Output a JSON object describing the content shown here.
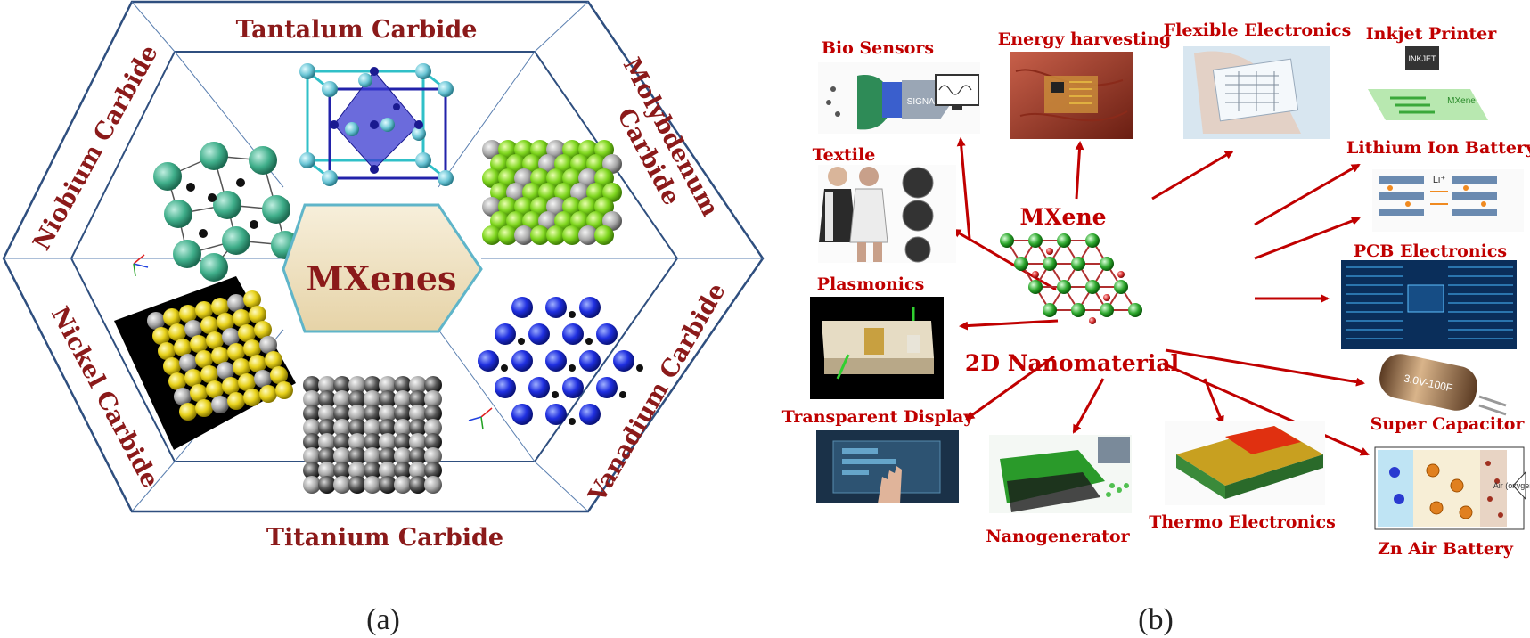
{
  "panel_a": {
    "caption": "(a)",
    "center_label": "MXenes",
    "sections": {
      "top": "Tantalum Carbide",
      "upper_right_line1": "Molybdenum",
      "upper_right_line2": "Carbide",
      "lower_right": "Vanadium Carbide",
      "bottom": "Titanium Carbide",
      "lower_left": "Nickel Carbide",
      "upper_left": "Niobium Carbide"
    },
    "colors": {
      "label": "#8b1a1a",
      "outline": "#2f4f7f",
      "center_fill": "#efe3c6",
      "center_border": "#5fb5c9"
    }
  },
  "panel_b": {
    "caption": "(b)",
    "center_title": "MXene",
    "center_subtitle": "2D Nanomaterial",
    "applications": {
      "bio_sensors": "Bio Sensors",
      "energy_harvesting": "Energy harvesting",
      "flexible_electronics": "Flexible Electronics",
      "inkjet_printer": "Inkjet Printer",
      "lithium_ion_battery": "Lithium Ion Battery",
      "textile": "Textile",
      "pcb_electronics": "PCB Electronics",
      "plasmonics": "Plasmonics",
      "super_capacitor": "Super Capacitor",
      "transparent_display": "Transparent Display",
      "nanogenerator": "Nanogenerator",
      "thermo_electronics": "Thermo Electronics",
      "zn_air_battery": "Zn Air Battery"
    },
    "image_text": {
      "signal": "SIGNAL",
      "inkjet": "INKJET",
      "mxene_ink": "MXene",
      "li_ion": "Li⁺",
      "capacitor_spec": "3.0V-100F",
      "air_oxygen": "Air (oxygen)"
    },
    "colors": {
      "label": "#c00000",
      "arrow": "#c00000"
    }
  }
}
